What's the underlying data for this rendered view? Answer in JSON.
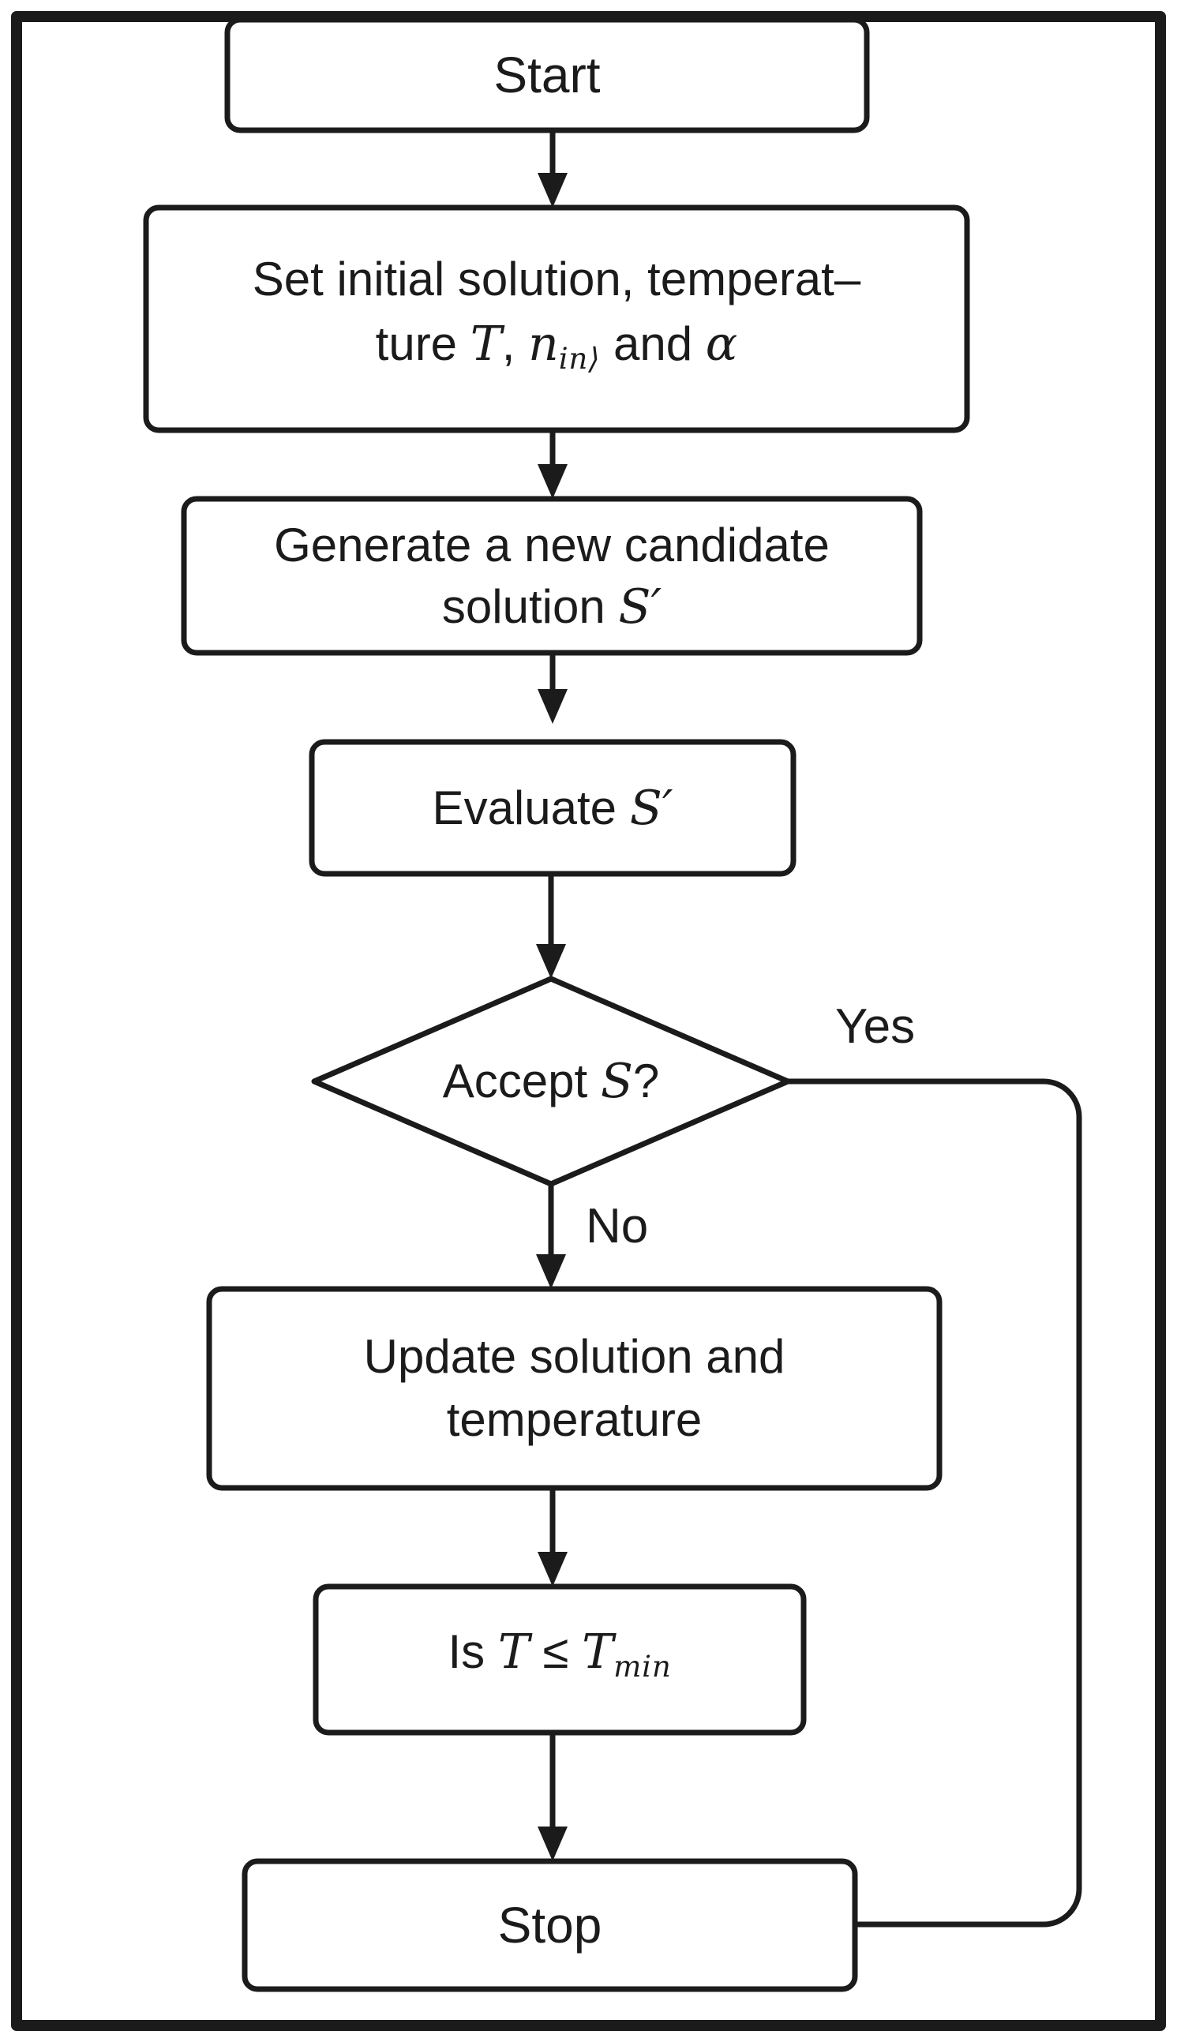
{
  "flowchart": {
    "background": "#ffffff",
    "stroke_color": "#1b1b1b",
    "text_color": "#1b1b1b",
    "nodes": {
      "start": {
        "label": "Start"
      },
      "init": {
        "line1": "Set initial solution, temperat–",
        "line2": {
          "t1": "ture ",
          "var_T": "T",
          "t2": ", ",
          "var_n": "n",
          "n_sub": "in⟩",
          "t3": " and ",
          "var_alpha": "α"
        }
      },
      "generate": {
        "line1": "Generate a new candidate",
        "line2": {
          "t1": "solution ",
          "var_S": "S",
          "prime": "′"
        }
      },
      "evaluate": {
        "t1": "Evaluate ",
        "var_S": "S",
        "prime": "′"
      },
      "accept": {
        "t1": "Accept ",
        "var_S": "S",
        "t2": "?"
      },
      "update": {
        "line1": "Update solution and",
        "line2": "temperature"
      },
      "tmin": {
        "t1": "Is ",
        "var_T1": "T",
        "t2": " ≤ ",
        "var_T2": "T",
        "t2_sub": "min"
      },
      "stop": {
        "label": "Stop"
      }
    },
    "edge_labels": {
      "yes": "Yes",
      "no": "No"
    }
  }
}
